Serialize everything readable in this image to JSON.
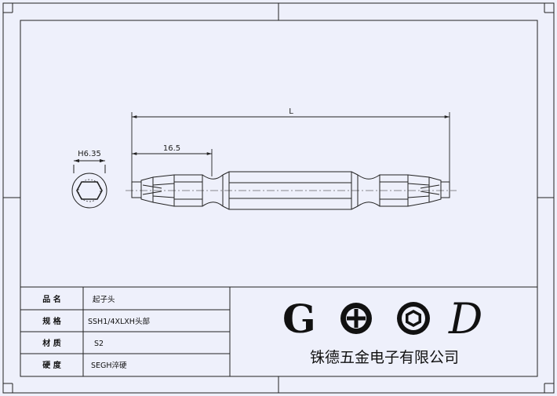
{
  "dimensions": {
    "overall_length": "L",
    "tip_length": "16.5",
    "hex_size": "H6.35"
  },
  "title_block": {
    "rows": [
      {
        "label": "品 名",
        "value": "起子头"
      },
      {
        "label": "规 格",
        "value": "SSH1/4XLXH头部"
      },
      {
        "label": "材 质",
        "value": "S2"
      },
      {
        "label": "硬 度",
        "value": "SEGH淬硬"
      }
    ]
  },
  "logo": {
    "letters": [
      "G",
      "D"
    ],
    "company_name": "铢德五金电子有限公司"
  },
  "colors": {
    "background": "#eef0fb",
    "line": "#222222"
  }
}
